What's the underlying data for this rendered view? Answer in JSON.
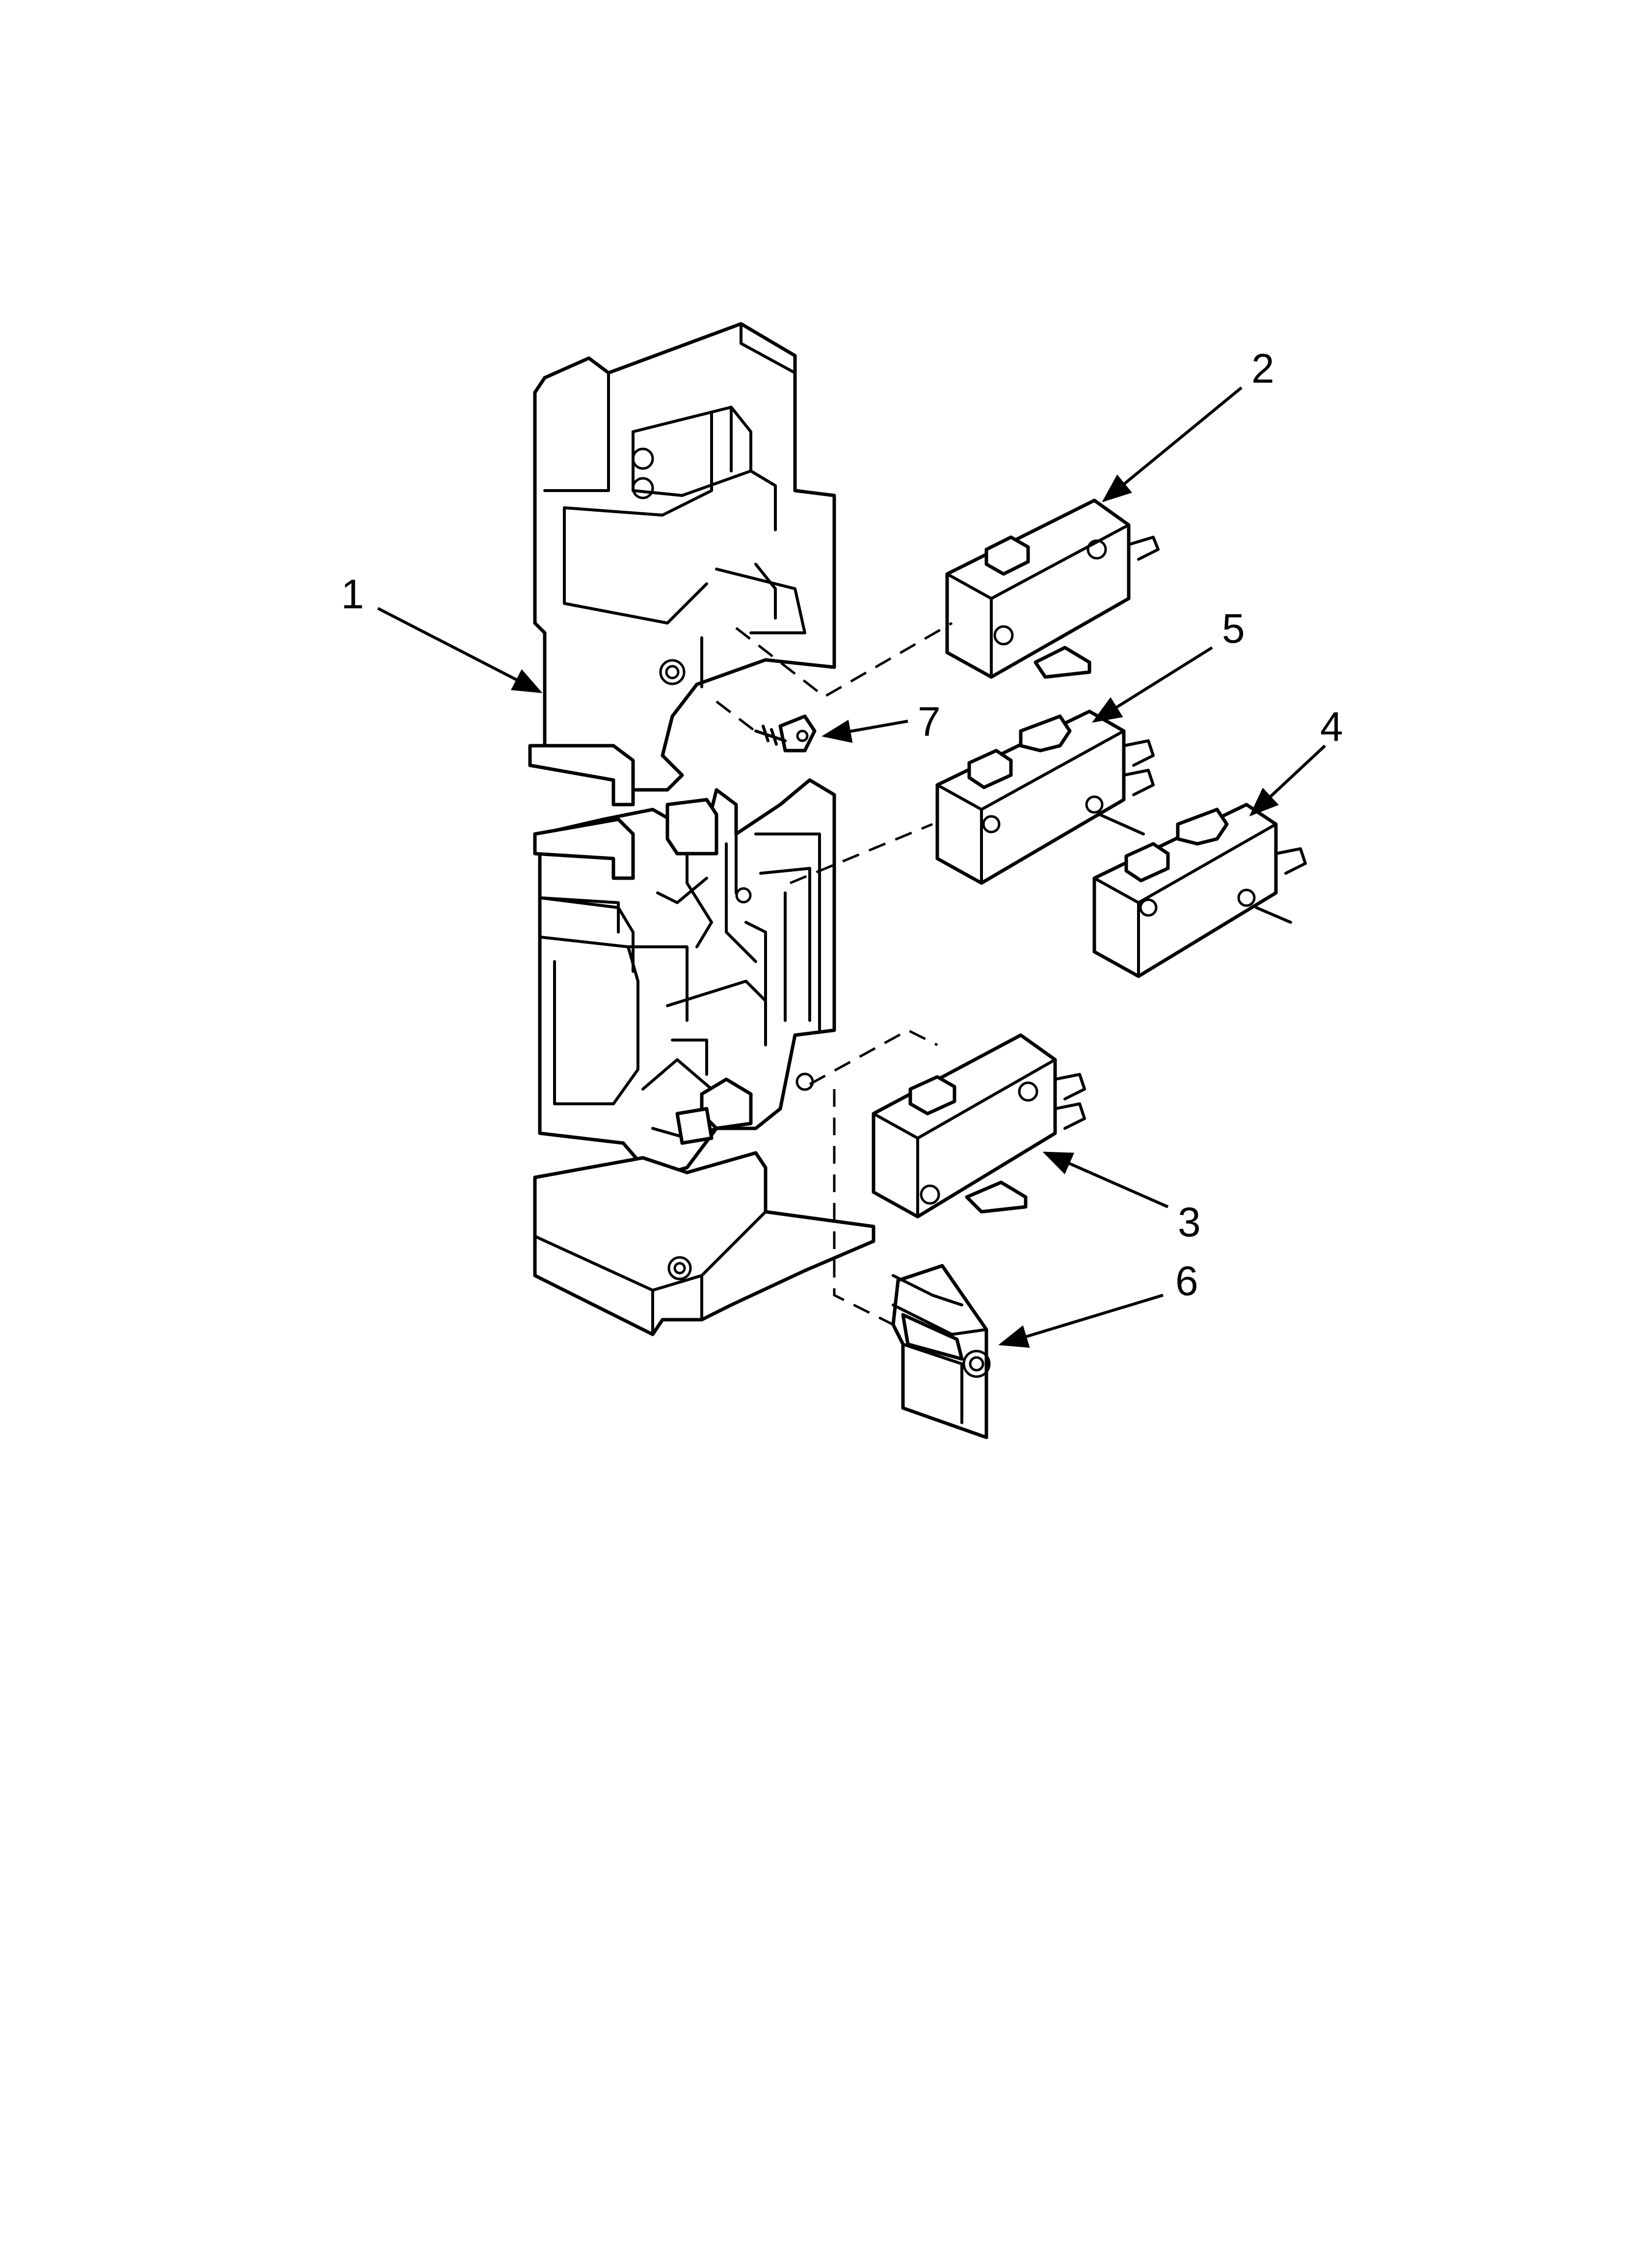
{
  "colors": {
    "line": "#000000",
    "background": "#ffffff"
  },
  "callouts": [
    {
      "id": "1",
      "label": "1"
    },
    {
      "id": "2",
      "label": "2"
    },
    {
      "id": "3",
      "label": "3"
    },
    {
      "id": "4",
      "label": "4"
    },
    {
      "id": "5",
      "label": "5"
    },
    {
      "id": "6",
      "label": "6"
    },
    {
      "id": "7",
      "label": "7"
    }
  ]
}
